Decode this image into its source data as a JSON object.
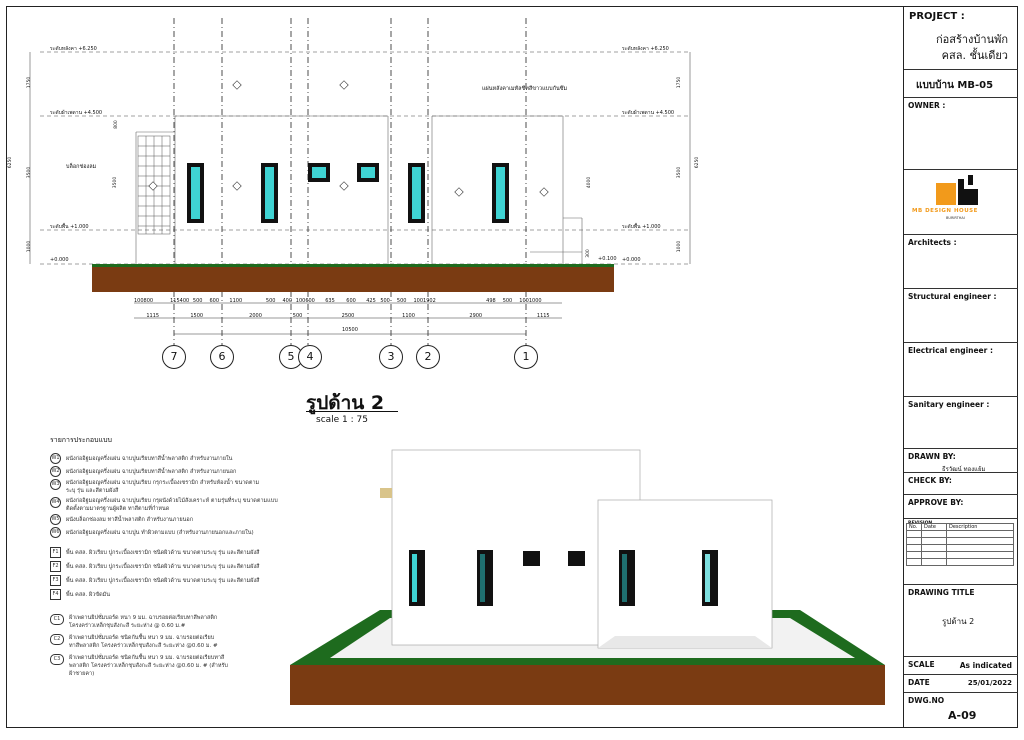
{
  "elevation": {
    "levels": [
      {
        "id": "l1",
        "text": "ระดับหลังคา +6.250"
      },
      {
        "id": "l2",
        "text": "ระดับผ้าเพดาน +4.500"
      },
      {
        "id": "l3",
        "text": "ระดับพื้น +1.000"
      },
      {
        "id": "l4",
        "text": "+0.000"
      }
    ],
    "levels_right": [
      {
        "id": "r1",
        "text": "ระดับหลังคา +6.250"
      },
      {
        "id": "r2",
        "text": "ระดับผ้าเพดาน +4.500"
      },
      {
        "id": "r3",
        "text": "ระดับพื้น +1.000"
      },
      {
        "id": "r4",
        "text": "+0.000"
      }
    ],
    "extra_level": "+0.100",
    "left_dims": [
      "1750",
      "6250",
      "3500",
      "1000"
    ],
    "left_dim_inner": [
      "3500",
      "800"
    ],
    "right_dims": [
      "1750",
      "6250",
      "3500",
      "1000"
    ],
    "right_dim_inner": [
      "4000",
      "300"
    ],
    "annotation_block": "บล็อกช่องลม",
    "annotation_roof": "แผ่นหลังคาเมทัลชีทสีขาวแบบกันซึม",
    "dims_row1": [
      "100",
      "800",
      "115",
      "400",
      "500",
      "600",
      "1100",
      "500",
      "400",
      "100",
      "600",
      "635",
      "600",
      "425",
      "500",
      "500",
      "100",
      "1902",
      "498",
      "500",
      "100",
      "1000"
    ],
    "dims_row2": [
      "1115",
      "1500",
      "2000",
      "500",
      "2500",
      "1100",
      "2900",
      "1115"
    ],
    "dims_total": "10500",
    "grid_labels": [
      "7",
      "6",
      "5",
      "4",
      "3",
      "2",
      "1"
    ],
    "title": "รูปด้าน 2",
    "scale": "scale     1 : 75"
  },
  "legend": {
    "heading": "รายการประกอบแบบ",
    "items_a": [
      {
        "mark": "W1",
        "text": "ผนังก่ออิฐมอญครึ่งแผ่น ฉาบปูนเรียบทาสีน้ำพลาสติก สำหรับงานภายใน"
      },
      {
        "mark": "W2",
        "text": "ผนังก่ออิฐมอญครึ่งแผ่น ฉาบปูนเรียบทาสีน้ำพลาสติก สำหรับงานภายนอก"
      },
      {
        "mark": "W3",
        "text": "ผนังก่ออิฐมอญครึ่งแผ่น ฉาบปูนเรียบ กรุกระเบื้องเซรามิก สำหรับห้องน้ำ ขนาดตามระบุ รุ่น และสีตามผังสี"
      },
      {
        "mark": "W4",
        "text": "ผนังก่ออิฐมอญครึ่งแผ่น ฉาบปูนเรียบ กรุผนังด้วยไม้สังเคราะห์ ตามรุ่นที่ระบุ ขนาดตามแบบ ติดตั้งตามมาตรฐานผู้ผลิต ทาสีตามที่กำหนด"
      },
      {
        "mark": "W5",
        "text": "ผนังบล็อกช่องลม ทาสีน้ำพลาสติก สำหรับงานภายนอก"
      },
      {
        "mark": "W6",
        "text": "ผนังก่ออิฐมอญครึ่งแผ่น ฉาบปูน ทำผิวตามแบบ (สำหรับงานภายนอกและภายใน)"
      }
    ],
    "items_f": [
      {
        "mark": "F1",
        "text": "พื้น คสล. ผิวเรียบ ปูกระเบื้องเซรามิก ชนิดผิวด้าน ขนาดตามระบุ รุ่น และสีตามผังสี"
      },
      {
        "mark": "F2",
        "text": "พื้น คสล. ผิวเรียบ ปูกระเบื้องเซรามิก ชนิดผิวด้าน ขนาดตามระบุ รุ่น และสีตามผังสี"
      },
      {
        "mark": "F3",
        "text": "พื้น คสล. ผิวเรียบ ปูกระเบื้องเซรามิก ชนิดผิวด้าน ขนาดตามระบุ รุ่น และสีตามผังสี"
      },
      {
        "mark": "F4",
        "text": "พื้น คสล. ผิวขัดมัน"
      }
    ],
    "items_c": [
      {
        "mark": "C1",
        "text": "ฝ้าเพดานยิปซั่มบอร์ด หนา 9 มม. ฉาบรอยต่อเรียบทาสีพลาสติก โครงคร่าวเหล็กชุบสังกะสี ระยะห่าง @ 0.60 ม.#"
      },
      {
        "mark": "C2",
        "text": "ฝ้าเพดานยิปซั่มบอร์ด ชนิดกันชื้น หนา 9 มม. ฉาบรอยต่อเรียบทาสีพลาสติก โครงคร่าวเหล็กชุบสังกะสี ระยะห่าง @0.60 ม. #"
      },
      {
        "mark": "C3",
        "text": "ฝ้าเพดานยิปซั่มบอร์ด ชนิดกันชื้น หนา 9 มม. ฉาบรอยต่อเรียบทาสีพลาสติก โครงคร่าวเหล็กชุบสังกะสี ระยะห่าง @0.60 ม. # (สำหรับฝ้าชายคา)"
      }
    ]
  },
  "titleblock": {
    "project_label": "PROJECT :",
    "project_name_1": "ก่อสร้างบ้านพัก",
    "project_name_2": "คสล. ชั้นเดียว",
    "model": "แบบบ้าน MB-05",
    "owner_label": "OWNER :",
    "logo_text": "MB DESIGN HOUSE",
    "logo_sub": "BURIRTHAI",
    "architects_label": "Architects :",
    "structural_label": "Structural engineer :",
    "electrical_label": "Electrical engineer :",
    "sanitary_label": "Sanitary engineer :",
    "drawn_by_label": "DRAWN BY:",
    "drawn_by_name": "ธีรวัฒน์ ทองแย้ม",
    "check_by_label": "CHECK BY:",
    "approve_by_label": "APPROVE BY:",
    "revision_label": "REVISION",
    "rev_headers": [
      "No.",
      "Date",
      "Description"
    ],
    "drawing_title_label": "DRAWING TITLE",
    "drawing_title": "รูปด้าน 2",
    "scale_label": "SCALE",
    "scale_value": "As indicated",
    "date_label": "DATE",
    "date_value": "25/01/2022",
    "dwg_label": "DWG.NO",
    "dwg_value": "A-09"
  },
  "colors": {
    "glass": "#3fd3d3",
    "soil": "#7a3b12",
    "grass": "#1e6b1e",
    "logo_orange": "#f29a1b"
  }
}
